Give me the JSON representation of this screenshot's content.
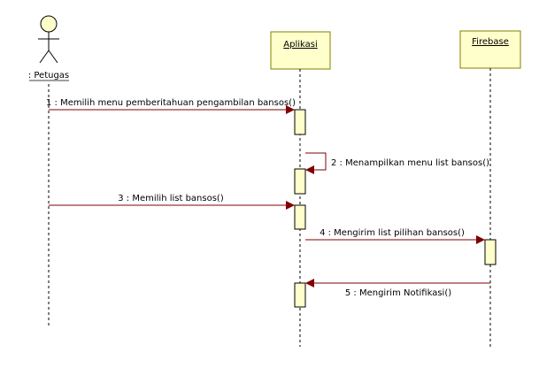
{
  "actor": {
    "name": ": Petugas"
  },
  "objects": [
    {
      "id": "aplikasi",
      "name": "Aplikasi"
    },
    {
      "id": "firebase",
      "name": "Firebase"
    }
  ],
  "messages": [
    {
      "n": 1,
      "text": "1 : Memilih menu pemberitahuan pengambilan bansos()"
    },
    {
      "n": 2,
      "text": "2 : Menampilkan menu list bansos()"
    },
    {
      "n": 3,
      "text": "3 : Memilih list bansos()"
    },
    {
      "n": 4,
      "text": "4 : Mengirim list pilihan bansos()"
    },
    {
      "n": 5,
      "text": "5 : Mengirim Notifikasi()"
    }
  ],
  "colors": {
    "object_fill": "#ffffcc",
    "object_stroke": "#808000",
    "activation_fill": "#ffffcc",
    "activation_stroke": "#000000",
    "message_line": "#800000",
    "lifeline": "#000000"
  }
}
